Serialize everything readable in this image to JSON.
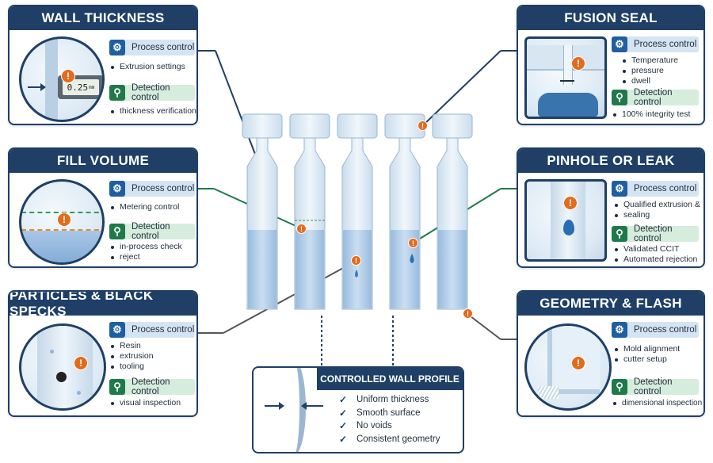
{
  "labels": {
    "process_control": "Process control",
    "detection_control": "Detection control",
    "warn_glyph": "!",
    "check_glyph": "✓"
  },
  "colors": {
    "navy": "#1f3f66",
    "process_blue": "#1f5fa0",
    "detection_green": "#1f7a4a",
    "warning_orange": "#e36b1b"
  },
  "icons": {
    "process": "gear-icon",
    "detection": "magnifier-icon",
    "warning": "warning-icon",
    "check": "check-icon"
  },
  "cards": {
    "wall_thickness": {
      "title": "WALL THICKNESS",
      "process_items": [
        "Extrusion settings"
      ],
      "detection_items": [
        "thickness verification"
      ],
      "gauge_value": "0.25",
      "gauge_unit": "mm"
    },
    "fill_volume": {
      "title": "FILL VOLUME",
      "process_items": [
        "Metering control"
      ],
      "detection_items": [
        "in-process check",
        "reject"
      ]
    },
    "particles": {
      "title": "PARTICLES & BLACK SPECKS",
      "process_items": [
        "Resin",
        "extrusion",
        "tooling"
      ],
      "detection_items": [
        "visual inspection"
      ]
    },
    "fusion_seal": {
      "title": "FUSION SEAL",
      "process_items": [
        "Temperature",
        "pressure",
        "dwell"
      ],
      "detection_items": [
        "100% integrity test"
      ]
    },
    "pinhole": {
      "title": "PINHOLE OR LEAK",
      "process_items": [
        "Qualified extrusion &",
        "sealing"
      ],
      "detection_items": [
        "Validated CCIT",
        "Automated rejection"
      ]
    },
    "geometry": {
      "title": "GEOMETRY & FLASH",
      "process_items": [
        "Mold alignment",
        "cutter setup"
      ],
      "detection_items": [
        "dimensional inspection"
      ]
    }
  },
  "profile": {
    "title": "CONTROLLED WALL PROFILE",
    "items": [
      "Uniform thickness",
      "Smooth surface",
      "No voids",
      "Consistent geometry"
    ]
  }
}
